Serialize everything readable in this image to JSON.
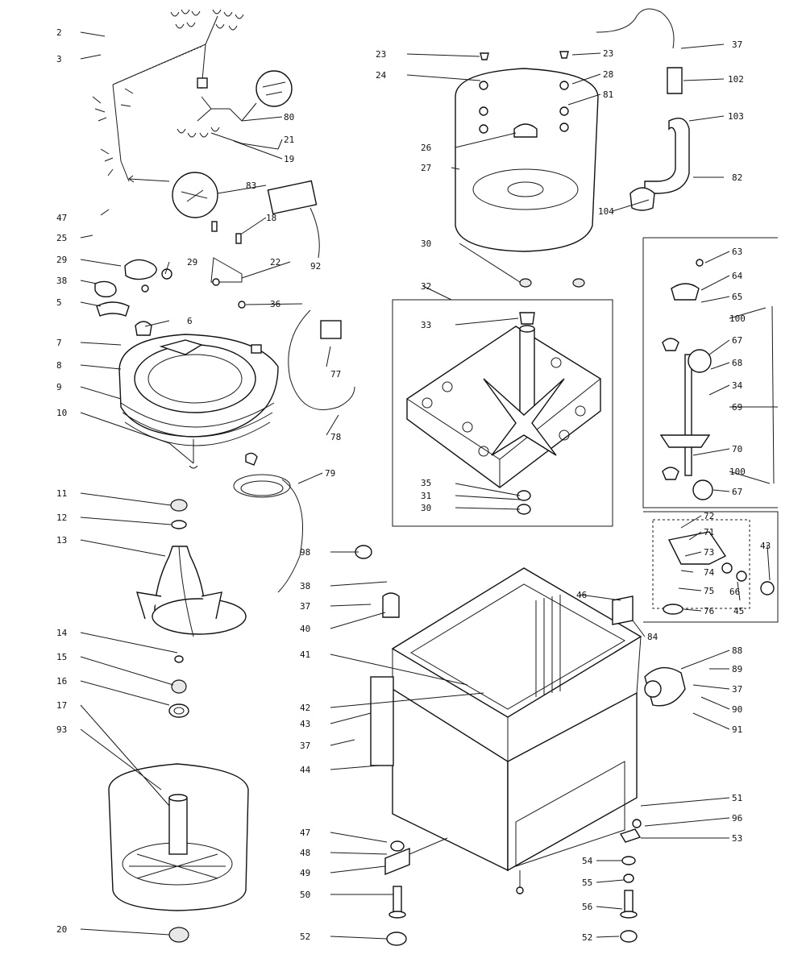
{
  "diagram": {
    "callouts": [
      {
        "id": "c2",
        "text": "2"
      },
      {
        "id": "c3",
        "text": "3"
      },
      {
        "id": "c47",
        "text": "47"
      },
      {
        "id": "c25",
        "text": "25"
      },
      {
        "id": "c29a",
        "text": "29"
      },
      {
        "id": "c38a",
        "text": "38"
      },
      {
        "id": "c5",
        "text": "5"
      },
      {
        "id": "c7",
        "text": "7"
      },
      {
        "id": "c8",
        "text": "8"
      },
      {
        "id": "c9",
        "text": "9"
      },
      {
        "id": "c10",
        "text": "10"
      },
      {
        "id": "c11",
        "text": "11"
      },
      {
        "id": "c12",
        "text": "12"
      },
      {
        "id": "c13",
        "text": "13"
      },
      {
        "id": "c14",
        "text": "14"
      },
      {
        "id": "c15",
        "text": "15"
      },
      {
        "id": "c16",
        "text": "16"
      },
      {
        "id": "c17",
        "text": "17"
      },
      {
        "id": "c93",
        "text": "93"
      },
      {
        "id": "c20",
        "text": "20"
      },
      {
        "id": "c80",
        "text": "80"
      },
      {
        "id": "c21",
        "text": "21"
      },
      {
        "id": "c19",
        "text": "19"
      },
      {
        "id": "c83",
        "text": "83"
      },
      {
        "id": "c18",
        "text": "18"
      },
      {
        "id": "c92",
        "text": "92"
      },
      {
        "id": "c29b",
        "text": "29"
      },
      {
        "id": "c22",
        "text": "22"
      },
      {
        "id": "c36",
        "text": "36"
      },
      {
        "id": "c6",
        "text": "6"
      },
      {
        "id": "c77",
        "text": "77"
      },
      {
        "id": "c78",
        "text": "78"
      },
      {
        "id": "c79",
        "text": "79"
      },
      {
        "id": "c23a",
        "text": "23"
      },
      {
        "id": "c24",
        "text": "24"
      },
      {
        "id": "c23b",
        "text": "23"
      },
      {
        "id": "c28",
        "text": "28"
      },
      {
        "id": "c81a",
        "text": "81"
      },
      {
        "id": "c26",
        "text": "26"
      },
      {
        "id": "c27",
        "text": "27"
      },
      {
        "id": "c37a",
        "text": "37"
      },
      {
        "id": "c102",
        "text": "102"
      },
      {
        "id": "c103",
        "text": "103"
      },
      {
        "id": "c82",
        "text": "82"
      },
      {
        "id": "c104",
        "text": "104"
      },
      {
        "id": "c30a",
        "text": "30"
      },
      {
        "id": "c32",
        "text": "32"
      },
      {
        "id": "c33",
        "text": "33"
      },
      {
        "id": "c35",
        "text": "35"
      },
      {
        "id": "c31",
        "text": "31"
      },
      {
        "id": "c30b",
        "text": "30"
      },
      {
        "id": "c63",
        "text": "63"
      },
      {
        "id": "c64",
        "text": "64"
      },
      {
        "id": "c65",
        "text": "65"
      },
      {
        "id": "c100a",
        "text": "100"
      },
      {
        "id": "c67a",
        "text": "67"
      },
      {
        "id": "c68",
        "text": "68"
      },
      {
        "id": "c34",
        "text": "34"
      },
      {
        "id": "c69",
        "text": "69"
      },
      {
        "id": "c70",
        "text": "70"
      },
      {
        "id": "c100b",
        "text": "100"
      },
      {
        "id": "c67b",
        "text": "67"
      },
      {
        "id": "c72",
        "text": "72"
      },
      {
        "id": "c71",
        "text": "71"
      },
      {
        "id": "c73",
        "text": "73"
      },
      {
        "id": "c74",
        "text": "74"
      },
      {
        "id": "c75",
        "text": "75"
      },
      {
        "id": "c76",
        "text": "76"
      },
      {
        "id": "c66",
        "text": "66"
      },
      {
        "id": "c45",
        "text": "45"
      },
      {
        "id": "c43r",
        "text": "43"
      },
      {
        "id": "c98",
        "text": "98"
      },
      {
        "id": "c38b",
        "text": "38"
      },
      {
        "id": "c37b",
        "text": "37"
      },
      {
        "id": "c40",
        "text": "40"
      },
      {
        "id": "c41",
        "text": "41"
      },
      {
        "id": "c42",
        "text": "42"
      },
      {
        "id": "c43",
        "text": "43"
      },
      {
        "id": "c37c",
        "text": "37"
      },
      {
        "id": "c44",
        "text": "44"
      },
      {
        "id": "c46",
        "text": "46"
      },
      {
        "id": "c84",
        "text": "84"
      },
      {
        "id": "c88",
        "text": "88"
      },
      {
        "id": "c89",
        "text": "89"
      },
      {
        "id": "c37d",
        "text": "37"
      },
      {
        "id": "c90",
        "text": "90"
      },
      {
        "id": "c91",
        "text": "91"
      },
      {
        "id": "c51",
        "text": "51"
      },
      {
        "id": "c96",
        "text": "96"
      },
      {
        "id": "c53",
        "text": "53"
      },
      {
        "id": "c54",
        "text": "54"
      },
      {
        "id": "c55",
        "text": "55"
      },
      {
        "id": "c56",
        "text": "56"
      },
      {
        "id": "c52a",
        "text": "52"
      },
      {
        "id": "c47b",
        "text": "47"
      },
      {
        "id": "c48",
        "text": "48"
      },
      {
        "id": "c49",
        "text": "49"
      },
      {
        "id": "c50",
        "text": "50"
      },
      {
        "id": "c52b",
        "text": "52"
      }
    ]
  }
}
